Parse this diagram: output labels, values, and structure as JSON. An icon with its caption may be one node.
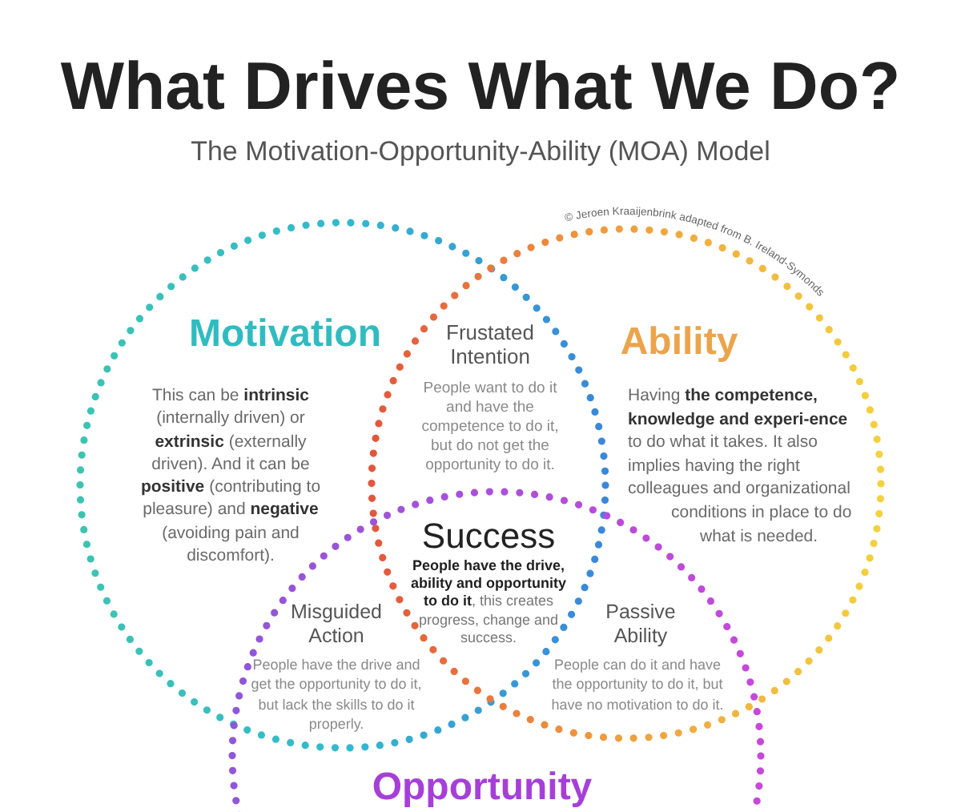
{
  "diagram": {
    "title": "What Drives What We Do?",
    "nodes": [
      {
        "text": [
          "Motivation",
          "This can be **intrinsic** (internally driven) or **extrinsic** (externally driven). And it can be **positive** (contributing to pleasure) and **negative** (avoiding pain and discomfort)."
        ]
      },
      {
        "text": [
          "Frustated Intention",
          "People want to do it and have the competence to do it, but do not get the opportunity to do it."
        ]
      },
      {
        "text": [
          "Ability",
          "Having **the competence, knowledge and experi-ence** to do what it takes. It also implies having the right colleagues and organizational conditions in place to do what is needed."
        ]
      },
      {
        "text": [
          "Success",
          "**People have the drive, ability and opportunity to do it**, this creates progress, change and success."
        ]
      },
      {
        "text": [
          "Misguided Action",
          "People have the drive and get the opportunity to do it, but lack the skills to do it properly."
        ]
      },
      {
        "text": [
          "Passive Ability",
          "People can do it and have the opportunity to do it, but have no motivation to do it."
        ]
      },
      {
        "text": [
          "Opportunity"
        ]
      }
    ],
    "labels": [
      "The Motivation-Opportunity-Ability (MOA) Model",
      "© Jeroen Kraaijenbrink adapted from B. Ireland-Symonds"
    ]
  }
}
